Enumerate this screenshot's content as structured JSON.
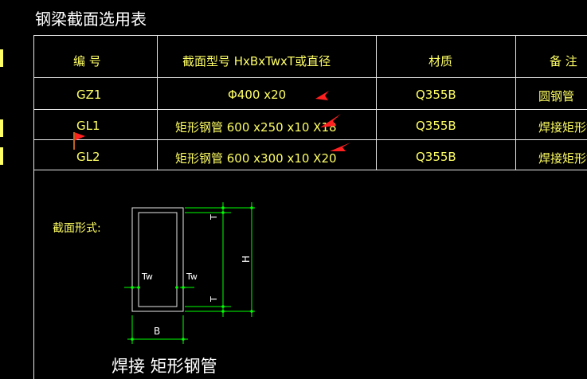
{
  "title": "钢梁截面选用表",
  "table": {
    "headers": [
      "编 号",
      "截面型号 HxBxTwxT或直径",
      "材质",
      "备 注"
    ],
    "rows": [
      {
        "id": "GZ1",
        "spec": "Φ400 x20",
        "material": "Q355B",
        "note": "圆钢管"
      },
      {
        "id": "GL1",
        "spec": "矩形钢管 600 x250 x10 X18",
        "material": "Q355B",
        "note": "焊接矩形钢管"
      },
      {
        "id": "GL2",
        "spec": "矩形钢管 600 x300 x10 X20",
        "material": "Q355B",
        "note": "焊接矩形钢管"
      }
    ]
  },
  "section": {
    "label": "截面形式:",
    "tw_left": "Tw",
    "tw_right": "Tw",
    "t_top": "T",
    "t_bottom": "T",
    "h": "H",
    "b": "B",
    "caption": "焊接 矩形钢管"
  },
  "colors": {
    "line": "#e8e8e8",
    "text": "#ffff66",
    "dim": "#00ff00",
    "arrow": "#ff2020"
  }
}
